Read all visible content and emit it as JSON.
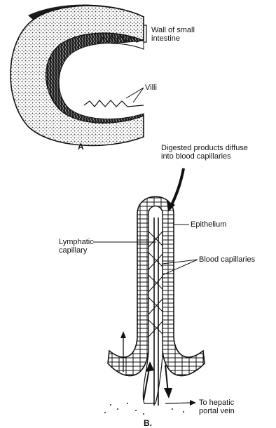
{
  "figure_a": {
    "letter": "A",
    "wall_label": "Wall of small intestine",
    "villi_label": "Villi"
  },
  "figure_b": {
    "letter": "B.",
    "digested_label": "Digested products diffuse into blood capillaries",
    "epithelium_label": "Epithelium",
    "lymphatic_label": "Lymphatic capillary",
    "blood_label": "Blood capillaries",
    "portal_label": "To hepatic portal vein"
  },
  "colors": {
    "ink": "#111111",
    "shade": "#2a2a2a",
    "background": "#ffffff"
  }
}
